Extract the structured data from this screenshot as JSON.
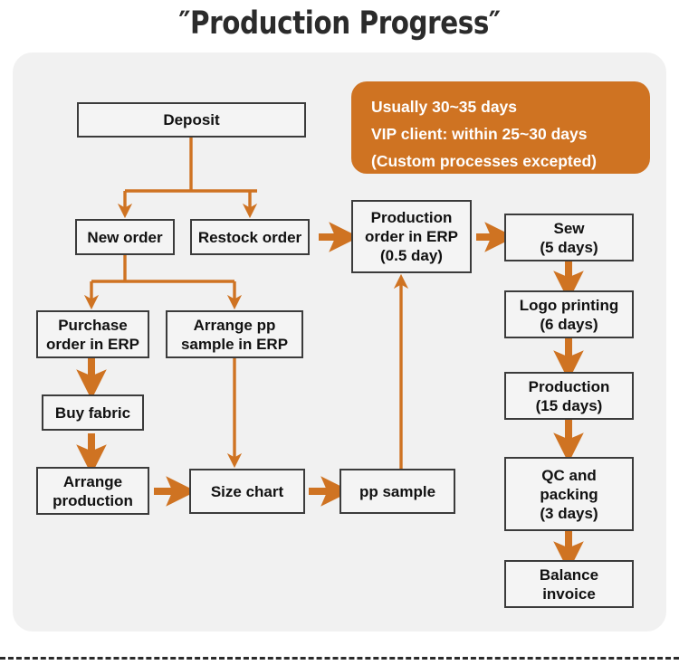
{
  "page": {
    "title": "″Production Progress″",
    "accent_color": "#cf7322",
    "panel_color": "#f1f1f1",
    "node_border_color": "#3b3b3b",
    "node_fill_color": "#f4f4f4"
  },
  "callout": {
    "line1": "Usually 30~35 days",
    "line2": "VIP client: within 25~30 days",
    "line3": "(Custom processes excepted)"
  },
  "chart_data": {
    "type": "diagram",
    "title": "″Production Progress″",
    "nodes": [
      {
        "id": "deposit",
        "label": "Deposit",
        "lines": [
          "Deposit"
        ]
      },
      {
        "id": "new-order",
        "label": "New order",
        "lines": [
          "New order"
        ]
      },
      {
        "id": "restock-order",
        "label": "Restock order",
        "lines": [
          "Restock order"
        ]
      },
      {
        "id": "purchase-order-erp",
        "label": "Purchase order in ERP",
        "lines": [
          "Purchase",
          "order in ERP"
        ]
      },
      {
        "id": "arrange-pp-sample-erp",
        "label": "Arrange pp sample in ERP",
        "lines": [
          "Arrange pp",
          "sample in ERP"
        ]
      },
      {
        "id": "buy-fabric",
        "label": "Buy fabric",
        "lines": [
          "Buy fabric"
        ]
      },
      {
        "id": "arrange-production",
        "label": "Arrange production",
        "lines": [
          "Arrange",
          "production"
        ]
      },
      {
        "id": "size-chart",
        "label": "Size chart",
        "lines": [
          "Size chart"
        ]
      },
      {
        "id": "pp-sample",
        "label": "pp sample",
        "lines": [
          "pp sample"
        ]
      },
      {
        "id": "production-order-erp",
        "label": "Production order in ERP (0.5 day)",
        "lines": [
          "Production",
          "order in ERP",
          "(0.5 day)"
        ]
      },
      {
        "id": "sew",
        "label": "Sew (5 days)",
        "lines": [
          "Sew",
          "(5 days)"
        ]
      },
      {
        "id": "logo-printing",
        "label": "Logo printing (6 days)",
        "lines": [
          "Logo printing",
          "(6 days)"
        ]
      },
      {
        "id": "production",
        "label": "Production (15 days)",
        "lines": [
          "Production",
          "(15 days)"
        ]
      },
      {
        "id": "qc-packing",
        "label": "QC and packing (3 days)",
        "lines": [
          "QC and",
          "packing",
          "(3 days)"
        ]
      },
      {
        "id": "balance-invoice",
        "label": "Balance invoice",
        "lines": [
          "Balance",
          "invoice"
        ]
      }
    ],
    "edges": [
      {
        "from": "deposit",
        "to": "new-order"
      },
      {
        "from": "deposit",
        "to": "restock-order"
      },
      {
        "from": "new-order",
        "to": "purchase-order-erp"
      },
      {
        "from": "new-order",
        "to": "arrange-pp-sample-erp"
      },
      {
        "from": "restock-order",
        "to": "production-order-erp"
      },
      {
        "from": "purchase-order-erp",
        "to": "buy-fabric"
      },
      {
        "from": "buy-fabric",
        "to": "arrange-production"
      },
      {
        "from": "arrange-production",
        "to": "size-chart"
      },
      {
        "from": "arrange-pp-sample-erp",
        "to": "size-chart"
      },
      {
        "from": "size-chart",
        "to": "pp-sample"
      },
      {
        "from": "pp-sample",
        "to": "production-order-erp"
      },
      {
        "from": "production-order-erp",
        "to": "sew"
      },
      {
        "from": "sew",
        "to": "logo-printing"
      },
      {
        "from": "logo-printing",
        "to": "production"
      },
      {
        "from": "production",
        "to": "qc-packing"
      },
      {
        "from": "qc-packing",
        "to": "balance-invoice"
      }
    ],
    "annotations": [
      "Usually 30~35 days",
      "VIP client: within 25~30 days",
      "(Custom processes excepted)"
    ]
  }
}
